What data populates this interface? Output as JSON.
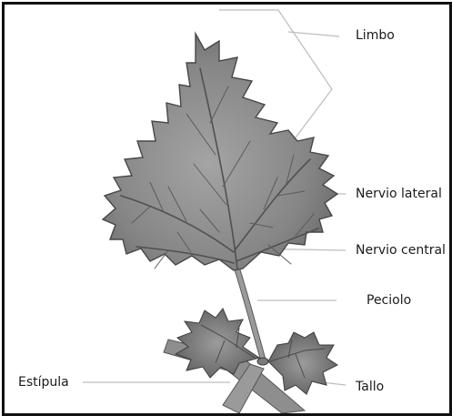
{
  "diagram": {
    "labels": {
      "limbo": "Limbo",
      "nervio_lateral": "Nervio lateral",
      "nervio_central": "Nervio central",
      "peciolo": "Peciolo",
      "estipula": "Estípula",
      "tallo": "Tallo"
    }
  },
  "colors": {
    "leaf_fill": "#8a8a8a",
    "leaf_edge": "#4a4a4a",
    "vein": "#555555",
    "stem": "#9a9a9a",
    "leader_line": "#bdbdbd",
    "frame": "#111111"
  }
}
